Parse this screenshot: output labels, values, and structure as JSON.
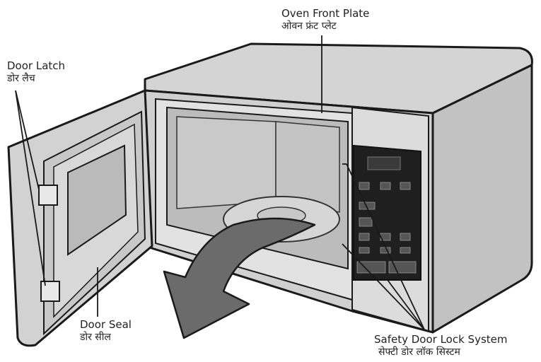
{
  "labels": {
    "door_latch": {
      "en": "Door Latch",
      "hi": "डोर लैच"
    },
    "oven_front_plate": {
      "en": "Oven Front Plate",
      "hi": "ओवन फ्रंट प्लेट"
    },
    "door_seal": {
      "en": "Door Seal",
      "hi": "डोर सील"
    },
    "safety_door_lock_system": {
      "en": "Safety Door Lock System",
      "hi": "सेफ्टी डोर लॉक सिस्टम"
    }
  },
  "colors": {
    "body_fill": "#c8c8c8",
    "panel_fill": "#e6e6e6",
    "cavity_fill": "#bdbdbd",
    "arrow_fill": "#6b6b6b",
    "outline": "#1a1a1a"
  },
  "icons": {
    "open_door_arrow": "curved-arrow-icon"
  }
}
